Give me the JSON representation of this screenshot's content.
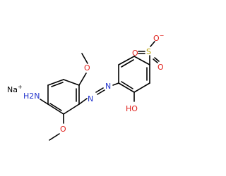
{
  "molecule": {
    "counter_ion": "Na",
    "counter_ion_charge": "+",
    "amine": "H2N",
    "methoxy_top_o": "O",
    "methoxy_bottom_o": "O",
    "azo_n1": "N",
    "azo_n2": "N",
    "hydroxyl": "HO",
    "sulfur": "S",
    "sulfonate_o_top": "O",
    "sulfonate_o_left": "O",
    "sulfonate_o_right": "O",
    "sulfonate_charge": "−"
  },
  "colors": {
    "carbon": "#000000",
    "nitrogen": "#2233cc",
    "oxygen": "#e0201c",
    "sulfur": "#b8a000",
    "sodium": "#000000"
  }
}
